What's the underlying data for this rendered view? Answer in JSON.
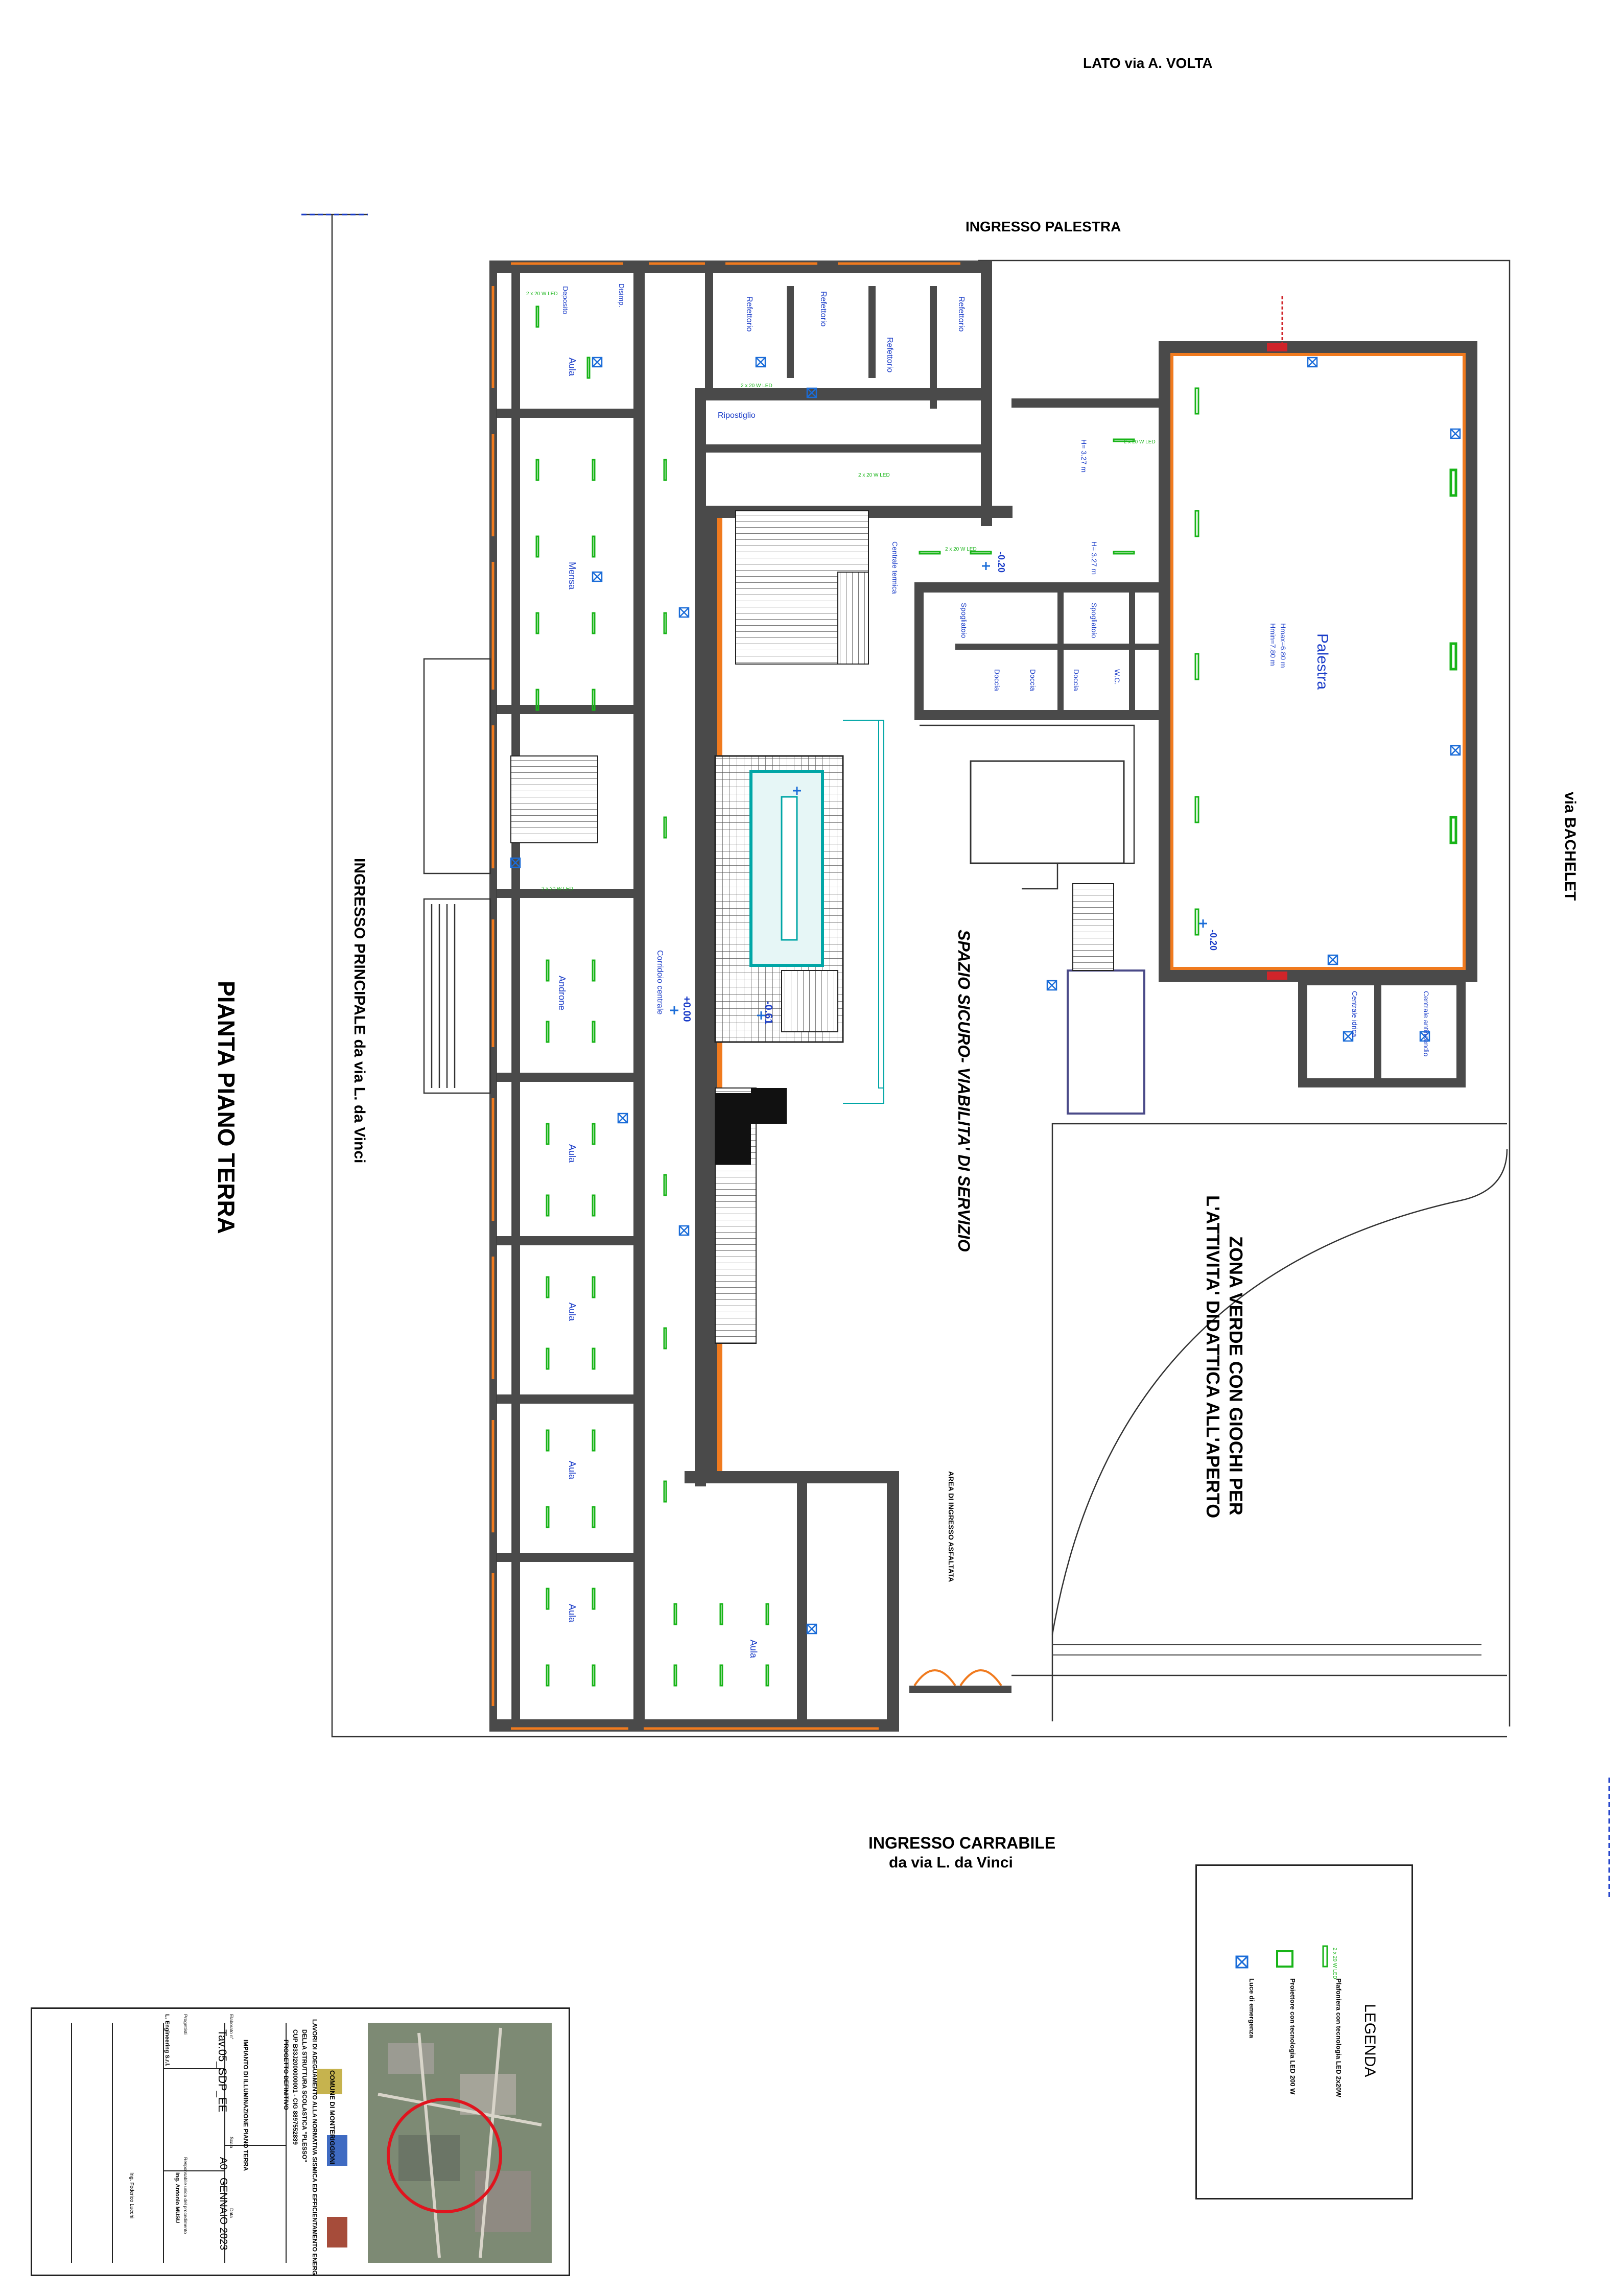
{
  "sheet": {
    "orientation_note": "",
    "plan_title": "PIANTA PIANO TERRA"
  },
  "site_labels": {
    "top_side": "LATO via A. VOLTA",
    "gym_entrance": "INGRESSO PALESTRA",
    "main_entrance": "INGRESSO PRINCIPALE da via L. da Vinci",
    "right_street": "via BACHELET",
    "vehicle_entrance": "INGRESSO CARRABILE",
    "vehicle_entrance_sub": "da via L. da Vinci",
    "safe_space": "SPAZIO SICURO- VIABILITA' DI SERVIZIO",
    "green_zone_1": "ZONA VERDE CON GIOCHI PER",
    "green_zone_2": "L'ATTIVITA' DIDATTICA ALL'APERTO",
    "asphalt": "AREA DI INGRESSO ASFALTATA"
  },
  "rooms": {
    "deposito": "Deposito",
    "aula": "Aula",
    "mensa": "Mensa",
    "refettorio": "Refettorio",
    "ripostiglio": "Ripostiglio",
    "disimpegno": "Disimp.",
    "androne": "Androne",
    "corridoio": "Corridoio centrale",
    "palestra": "Palestra",
    "palestra_h1": "Hmax=6.80 m",
    "palestra_h2": "Hmin=7.80 m",
    "doccia": "Doccia",
    "wc": "W.C.",
    "spogliatoio": "Spogliatoio",
    "centrale_termica": "Centrale termica",
    "centrale_idrica": "Centrale idrica",
    "centrale_antincendio": "Centrale antincendio",
    "centrale": "Centrale",
    "h_327": "H= 3.27 m",
    "h_327b": "H= 3.27 m",
    "quota_1": "-0.61",
    "quota_2": "+0.00",
    "quota_3": "-0.20",
    "quota_4": "-0.20"
  },
  "fixture_label": "2 x 20 W LED",
  "legend": {
    "title": "LEGENDA",
    "item1": "Plafoniera con tecnologia LED 2x20W",
    "item2": "Proiettore con tecnologia LED 200 W",
    "item3": "Luce di emergenza",
    "item1_tag": "2 x 20 W LED"
  },
  "title_block": {
    "municipality": "COMUNE DI MONTERIGGIONI",
    "project_1": "LAVORI DI ADEGUAMENTO ALLA NORMATIVA SISMICA ED EFFICIENTAMENTO ENERGETICO",
    "project_2": "DELLA STRUTTURA SCOLASTICA \"PLESSO\"",
    "project_3": "CUP B33J2000000001 - CIG 8897552839",
    "phase": "PROGETTO DEFINITIVO",
    "doc_title": "IMPIANTO DI ILLUMINAZIONE PIANO TERRA",
    "doc_code_label": "Elaborato n°",
    "doc_code": "Tav.05_SDP_EE",
    "scale_label": "Scala",
    "scale": "A0",
    "date_label": "Data",
    "date": "GENNAIO 2023",
    "rup_label": "Responsabile unico del procedimento",
    "rup": "Ing. Antonio MUSU",
    "designer_label": "Progettisti",
    "firm": "L. Engineering S.r.l.",
    "signature": "Ing. Federico Lucchi"
  },
  "colors": {
    "wall": "#4a4a4a",
    "window": "#f07a1e",
    "fixture": "#18b418",
    "emergency": "#1a6cd8",
    "door": "#e0006e",
    "cyan": "#00a6a6",
    "legend_red": "#cc2200"
  }
}
